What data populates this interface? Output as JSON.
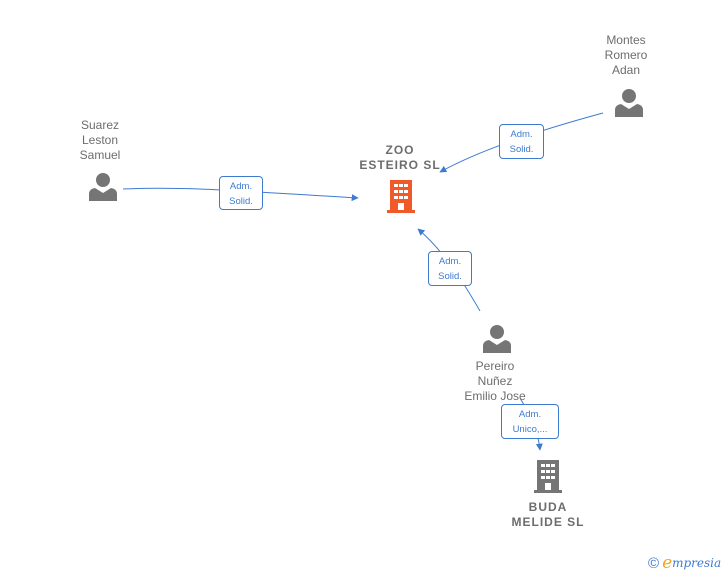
{
  "nodes": {
    "suarez": {
      "label": "Suarez\nLeston\nSamuel",
      "type": "person"
    },
    "montes": {
      "label": "Montes\nRomero\nAdan",
      "type": "person"
    },
    "pereiro": {
      "label": "Pereiro\nNuñez\nEmilio Jose",
      "type": "person"
    },
    "zoo": {
      "label": "ZOO\nESTEIRO  SL",
      "type": "company",
      "color": "#f05a28"
    },
    "buda": {
      "label": "BUDA\nMELIDE  SL",
      "type": "company",
      "color": "#757575"
    }
  },
  "edges": {
    "suarez_zoo": {
      "label": "Adm.\nSolid."
    },
    "montes_zoo": {
      "label": "Adm.\nSolid."
    },
    "pereiro_zoo": {
      "label": "Adm.\nSolid."
    },
    "pereiro_buda": {
      "label": "Adm.\nUnico,..."
    }
  },
  "colors": {
    "edge": "#3d7bd0",
    "person": "#757575"
  },
  "brand": {
    "copyright": "©",
    "initial": "e",
    "rest": "mpresia"
  }
}
